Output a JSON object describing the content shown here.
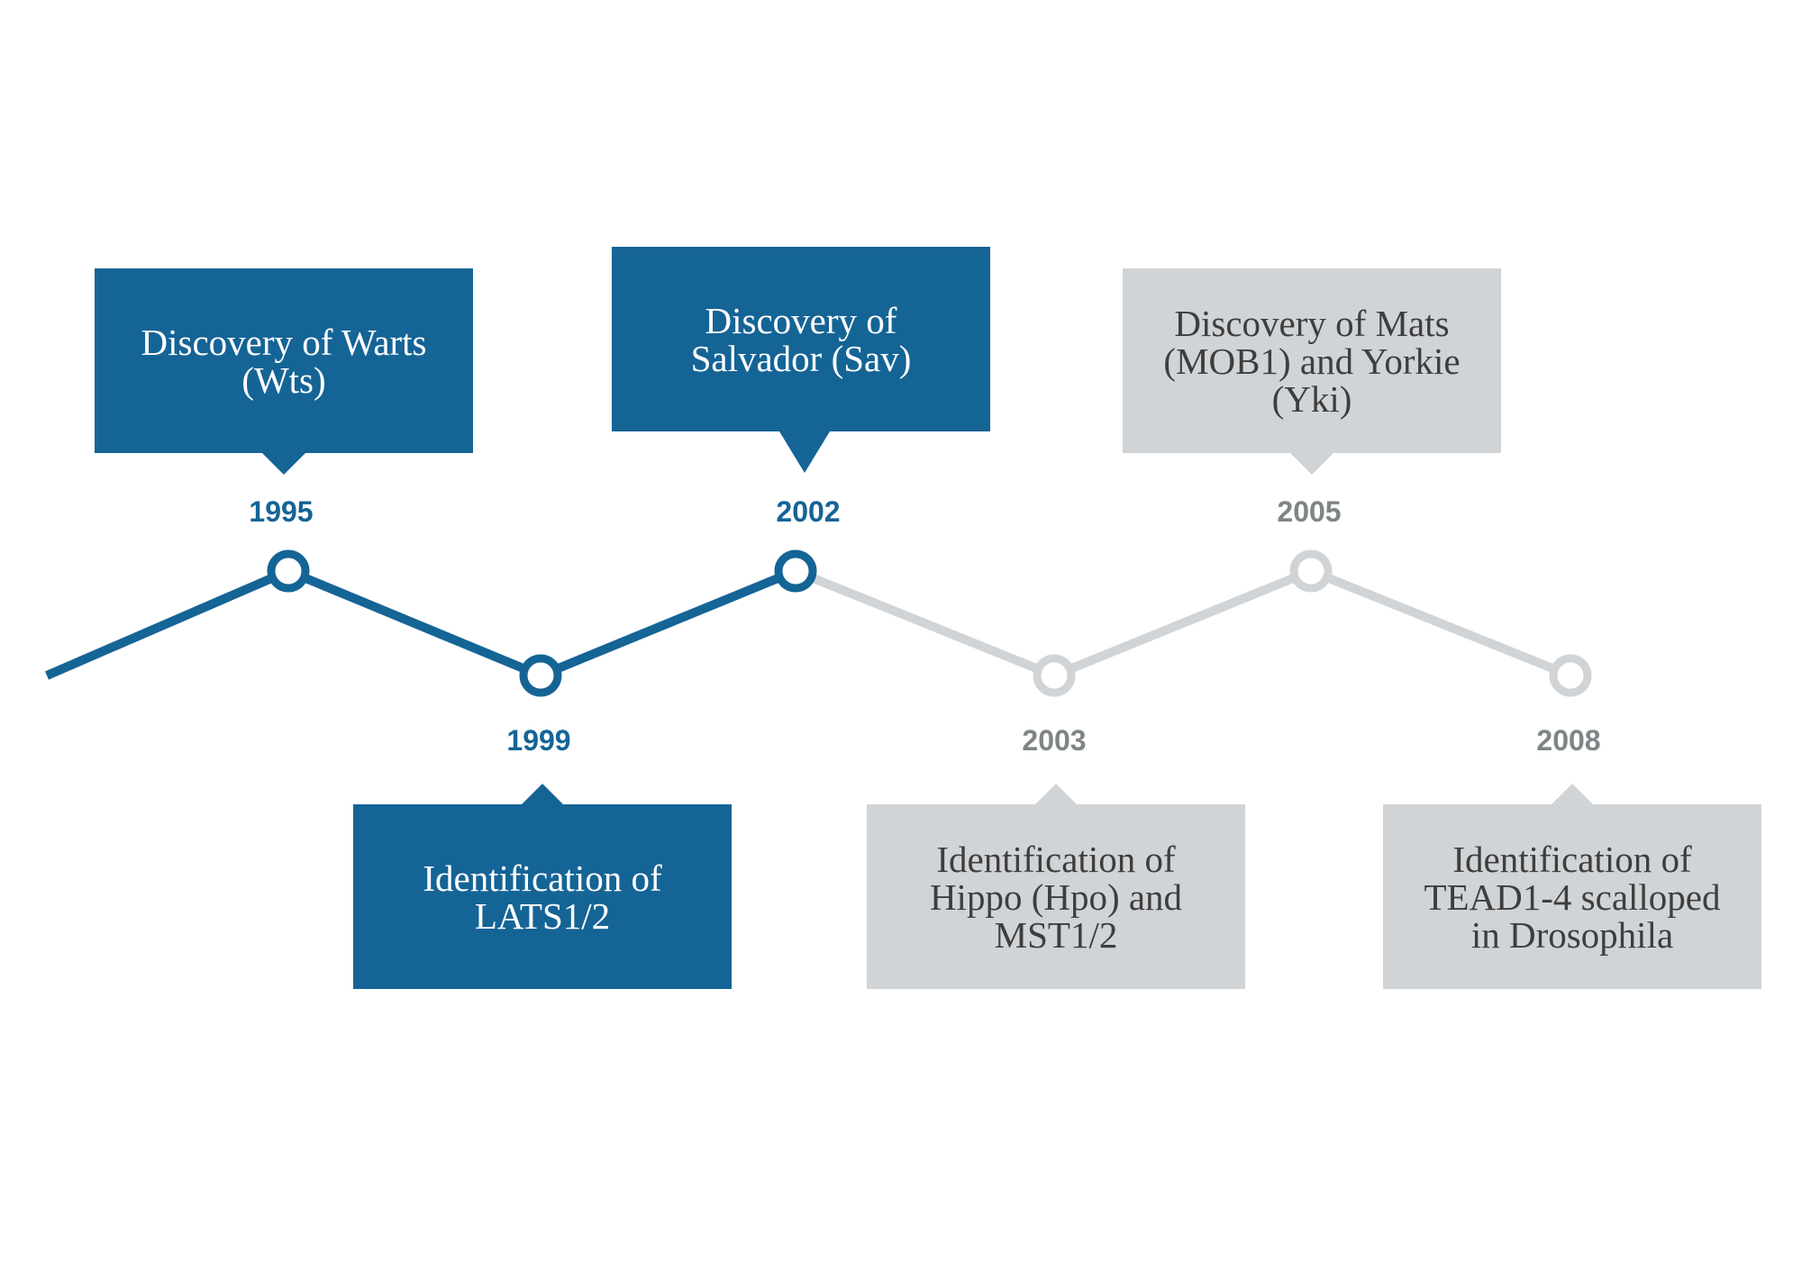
{
  "colors": {
    "active": "#156496",
    "inactive": "#d1d4d7",
    "inactive_year": "#7f8487",
    "inactive_text": "#3e3e3e"
  },
  "events": [
    {
      "year": "1995",
      "text": "Discovery of Warts\n(Wts)",
      "status": "active"
    },
    {
      "year": "1999",
      "text": "Identification of\nLATS1/2",
      "status": "active"
    },
    {
      "year": "2002",
      "text": "Discovery of\nSalvador (Sav)",
      "status": "active"
    },
    {
      "year": "2003",
      "text": "Identification of\nHippo (Hpo) and\nMST1/2",
      "status": "inactive"
    },
    {
      "year": "2005",
      "text": "Discovery of Mats\n(MOB1) and Yorkie\n(Yki)",
      "status": "inactive"
    },
    {
      "year": "2008",
      "text": "Identification of\nTEAD1-4 scalloped\nin Drosophila",
      "status": "inactive"
    }
  ]
}
